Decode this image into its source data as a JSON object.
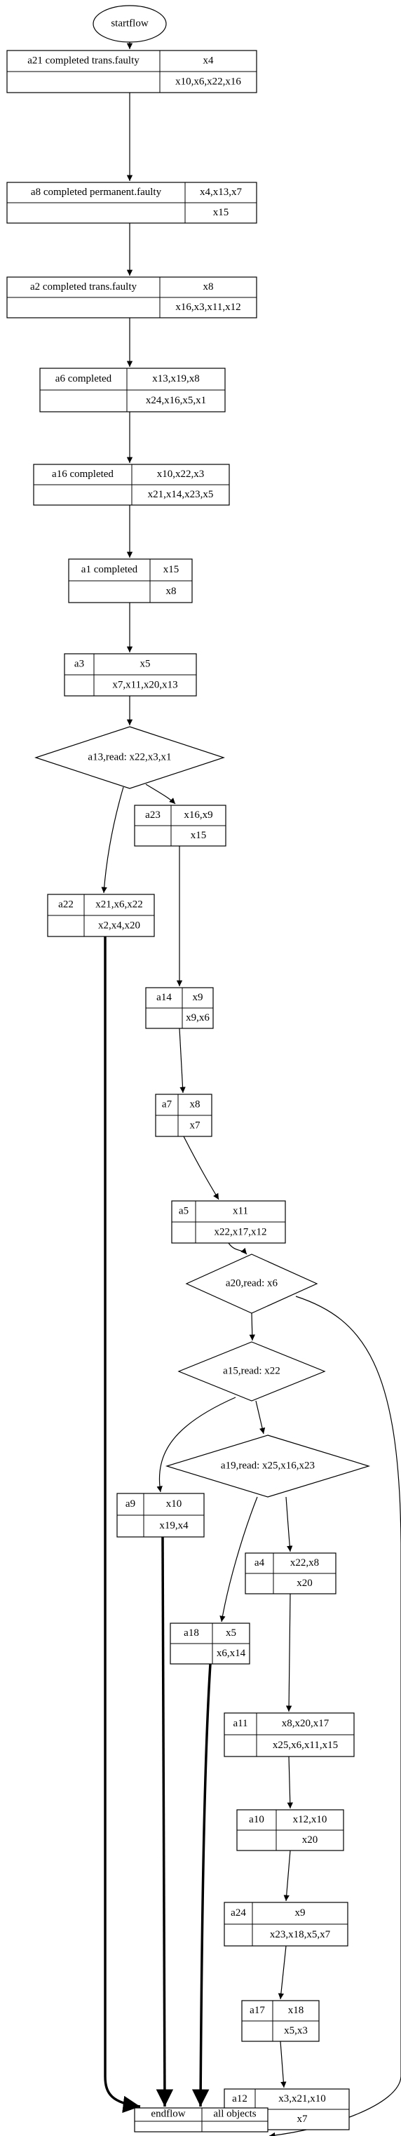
{
  "start": {
    "label": "startflow"
  },
  "end": {
    "label": "endflow",
    "objects": "all objects"
  },
  "nodes": [
    {
      "id": "a21",
      "label": "a21 completed trans.faulty",
      "reads": "x4",
      "writes": "x10,x6,x22,x16"
    },
    {
      "id": "a8",
      "label": "a8 completed permanent.faulty",
      "reads": "x4,x13,x7",
      "writes": "x15"
    },
    {
      "id": "a2",
      "label": "a2 completed trans.faulty",
      "reads": "x8",
      "writes": "x16,x3,x11,x12"
    },
    {
      "id": "a6",
      "label": "a6 completed",
      "reads": "x13,x19,x8",
      "writes": "x24,x16,x5,x1"
    },
    {
      "id": "a16",
      "label": "a16 completed",
      "reads": "x10,x22,x3",
      "writes": "x21,x14,x23,x5"
    },
    {
      "id": "a1",
      "label": "a1 completed",
      "reads": "x15",
      "writes": "x8"
    },
    {
      "id": "a3",
      "label": "a3",
      "reads": "x5",
      "writes": "x7,x11,x20,x13"
    },
    {
      "id": "a23",
      "label": "a23",
      "reads": "x16,x9",
      "writes": "x15"
    },
    {
      "id": "a22",
      "label": "a22",
      "reads": "x21,x6,x22",
      "writes": "x2,x4,x20"
    },
    {
      "id": "a14",
      "label": "a14",
      "reads": "x9",
      "writes": "x9,x6"
    },
    {
      "id": "a7",
      "label": "a7",
      "reads": "x8",
      "writes": "x7"
    },
    {
      "id": "a5",
      "label": "a5",
      "reads": "x11",
      "writes": "x22,x17,x12"
    },
    {
      "id": "a9",
      "label": "a9",
      "reads": "x10",
      "writes": "x19,x4"
    },
    {
      "id": "a4",
      "label": "a4",
      "reads": "x22,x8",
      "writes": "x20"
    },
    {
      "id": "a18",
      "label": "a18",
      "reads": "x5",
      "writes": "x6,x14"
    },
    {
      "id": "a11",
      "label": "a11",
      "reads": "x8,x20,x17",
      "writes": "x25,x6,x11,x15"
    },
    {
      "id": "a10",
      "label": "a10",
      "reads": "x12,x10",
      "writes": "x20"
    },
    {
      "id": "a24",
      "label": "a24",
      "reads": "x9",
      "writes": "x23,x18,x5,x7"
    },
    {
      "id": "a17",
      "label": "a17",
      "reads": "x18",
      "writes": "x5,x3"
    },
    {
      "id": "a12",
      "label": "a12",
      "reads": "x3,x21,x10",
      "writes": "x7"
    }
  ],
  "decisions": [
    {
      "id": "d13",
      "label": "a13,read: x22,x3,x1"
    },
    {
      "id": "d20",
      "label": "a20,read: x6"
    },
    {
      "id": "d15",
      "label": "a15,read: x22"
    },
    {
      "id": "d19",
      "label": "a19,read: x25,x16,x23"
    }
  ]
}
